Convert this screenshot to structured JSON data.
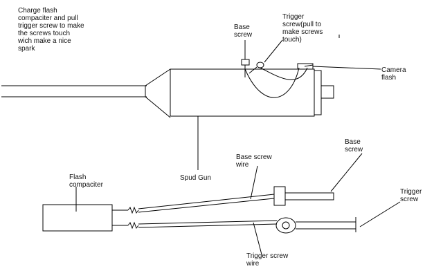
{
  "notes": {
    "instructions": "Charge flash\ncompaciter and pull\ntrigger screw to make\nthe screws touch\nwich make a nice\nspark"
  },
  "labels": {
    "base_screw_top": "Base\nscrew",
    "trigger_screw_top": "Trigger\nscrew(pull to\nmake screws\ntouch)",
    "camera_flash": "Camera\nflash",
    "spud_gun": "Spud Gun",
    "base_screw_wire": "Base screw\nwire",
    "base_screw_right": "Base\nscrew",
    "flash_compaciter": "Flash\ncompaciter",
    "trigger_screw_right": "Trigger\nscrew",
    "trigger_screw_wire": "Trigger screw\nwire"
  },
  "colors": {
    "ink": "#000000",
    "background": "#ffffff"
  }
}
